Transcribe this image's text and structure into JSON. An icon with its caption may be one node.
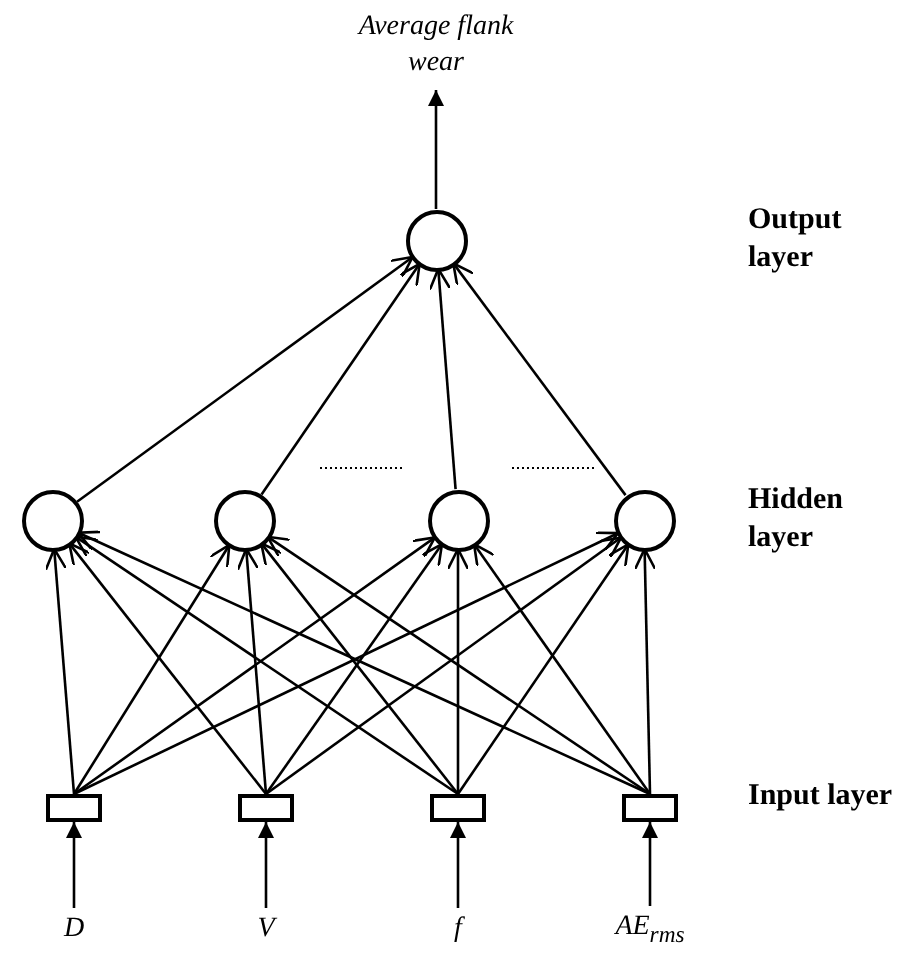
{
  "diagram": {
    "nodes": [
      {
        "text": [
          "Average flank wear"
        ]
      },
      {
        "text": [],
        "shape": "circle"
      },
      {
        "text": [],
        "shape": "circle"
      },
      {
        "text": [],
        "shape": "circle"
      },
      {
        "text": [],
        "shape": "circle"
      },
      {
        "text": [],
        "shape": "circle"
      },
      {
        "text": [],
        "shape": "box"
      },
      {
        "text": [],
        "shape": "box"
      },
      {
        "text": [],
        "shape": "box"
      },
      {
        "text": [],
        "shape": "box"
      },
      {
        "text": [
          "D"
        ]
      },
      {
        "text": [
          "V"
        ]
      },
      {
        "text": [
          "f"
        ]
      },
      {
        "text": [
          "AE$_{rms}$"
        ]
      }
    ],
    "edges": [
      {
        "from": 1,
        "to": 0,
        "arrow": "to"
      },
      {
        "from": 2,
        "to": 1,
        "arrow": "to"
      },
      {
        "from": 3,
        "to": 1,
        "arrow": "to"
      },
      {
        "from": 4,
        "to": 1,
        "arrow": "to"
      },
      {
        "from": 5,
        "to": 1,
        "arrow": "to"
      },
      {
        "from": 6,
        "to": 2,
        "arrow": "to"
      },
      {
        "from": 6,
        "to": 3,
        "arrow": "to"
      },
      {
        "from": 6,
        "to": 4,
        "arrow": "to"
      },
      {
        "from": 6,
        "to": 5,
        "arrow": "to"
      },
      {
        "from": 7,
        "to": 2,
        "arrow": "to"
      },
      {
        "from": 7,
        "to": 3,
        "arrow": "to"
      },
      {
        "from": 7,
        "to": 4,
        "arrow": "to"
      },
      {
        "from": 7,
        "to": 5,
        "arrow": "to"
      },
      {
        "from": 8,
        "to": 2,
        "arrow": "to"
      },
      {
        "from": 8,
        "to": 3,
        "arrow": "to"
      },
      {
        "from": 8,
        "to": 4,
        "arrow": "to"
      },
      {
        "from": 8,
        "to": 5,
        "arrow": "to"
      },
      {
        "from": 9,
        "to": 2,
        "arrow": "to"
      },
      {
        "from": 9,
        "to": 3,
        "arrow": "to"
      },
      {
        "from": 9,
        "to": 4,
        "arrow": "to"
      },
      {
        "from": 9,
        "to": 5,
        "arrow": "to"
      },
      {
        "from": 10,
        "to": 6,
        "arrow": "to"
      },
      {
        "from": 11,
        "to": 7,
        "arrow": "to"
      },
      {
        "from": 12,
        "to": 8,
        "arrow": "to"
      },
      {
        "from": 13,
        "to": 9,
        "arrow": "to"
      }
    ],
    "labels": [
      "Output layer",
      "Hidden layer",
      "Input layer"
    ]
  }
}
